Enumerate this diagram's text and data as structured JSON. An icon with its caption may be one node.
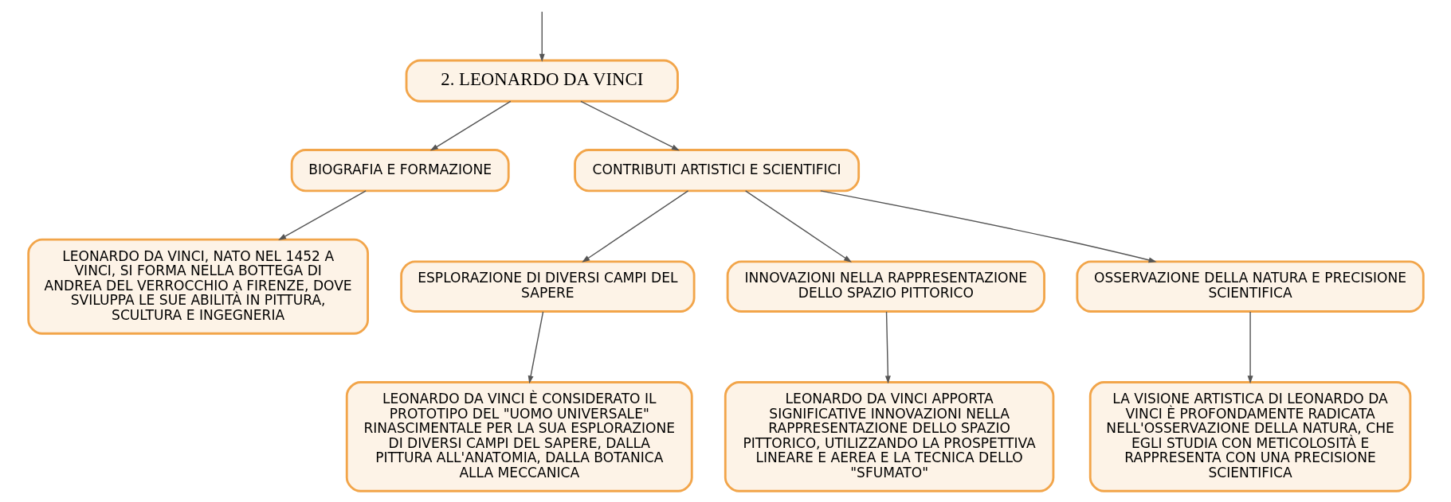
{
  "diagram": {
    "nodes": [
      {
        "text": [
          "2. LEONARDO DA VINCI"
        ]
      },
      {
        "text": [
          "BIOGRAFIA E FORMAZIONE"
        ]
      },
      {
        "text": [
          "CONTRIBUTI ARTISTICI E SCIENTIFICI"
        ]
      },
      {
        "text": [
          "LEONARDO DA VINCI, NATO NEL 1452 A VINCI, SI FORMA NELLA BOTTEGA DI ANDREA DEL VERROCCHIO A FIRENZE, DOVE SVILUPPA LE SUE ABILITÀ IN PITTURA, SCULTURA E INGEGNERIA"
        ]
      },
      {
        "text": [
          "ESPLORAZIONE DI DIVERSI CAMPI DEL SAPERE"
        ]
      },
      {
        "text": [
          "INNOVAZIONI NELLA RAPPRESENTAZIONE DELLO SPAZIO PITTORICO"
        ]
      },
      {
        "text": [
          "OSSERVAZIONE DELLA NATURA E PRECISIONE SCIENTIFICA"
        ]
      },
      {
        "text": [
          "LEONARDO DA VINCI È CONSIDERATO IL PROTOTIPO DEL \"UOMO UNIVERSALE\" RINASCIMENTALE PER LA SUA ESPLORAZIONE DI DIVERSI CAMPI DEL SAPERE, DALLA PITTURA ALL'ANATOMIA, DALLA BOTANICA ALLA MECCANICA"
        ]
      },
      {
        "text": [
          "LEONARDO DA VINCI APPORTA SIGNIFICATIVE INNOVAZIONI NELLA RAPPRESENTAZIONE DELLO SPAZIO PITTORICO, UTILIZZANDO LA PROSPETTIVA LINEARE E AEREA E LA TECNICA DELLO \"SFUMATO\""
        ]
      },
      {
        "text": [
          "LA VISIONE ARTISTICA DI LEONARDO DA VINCI È PROFONDAMENTE RADICATA NELL'OSSERVAZIONE DELLA NATURA, CHE EGLI STUDIA CON METICOLOSITÀ E RAPPRESENTA CON UNA PRECISIONE SCIENTIFICA"
        ]
      }
    ],
    "edges": [
      {
        "from": null,
        "to": 0,
        "arrow": "to"
      },
      {
        "from": 0,
        "to": 1,
        "arrow": "to"
      },
      {
        "from": 0,
        "to": 2,
        "arrow": "to"
      },
      {
        "from": 1,
        "to": 3,
        "arrow": "to"
      },
      {
        "from": 2,
        "to": 4,
        "arrow": "to"
      },
      {
        "from": 2,
        "to": 5,
        "arrow": "to"
      },
      {
        "from": 2,
        "to": 6,
        "arrow": "to"
      },
      {
        "from": 4,
        "to": 7,
        "arrow": "to"
      },
      {
        "from": 5,
        "to": 8,
        "arrow": "to"
      },
      {
        "from": 6,
        "to": 9,
        "arrow": "to"
      }
    ]
  }
}
